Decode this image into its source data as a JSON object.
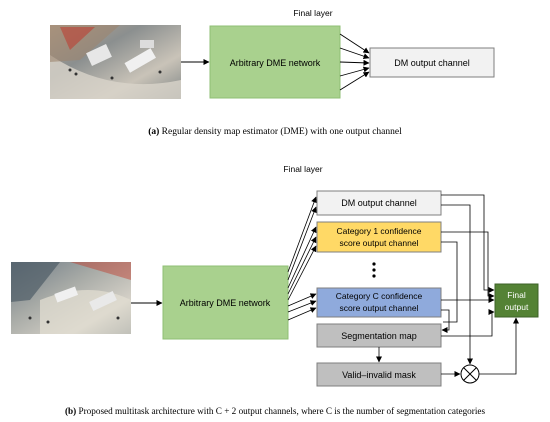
{
  "panel_a": {
    "final_layer_label": "Final layer",
    "network_label": "Arbitrary DME network",
    "output_label": "DM output channel",
    "caption_prefix": "(a)",
    "caption_text": " Regular density map estimator (DME) with one output channel"
  },
  "panel_b": {
    "final_layer_label": "Final layer",
    "network_label": "Arbitrary DME network",
    "dm_output_label": "DM output channel",
    "cat1_line1": "Category 1 confidence",
    "cat1_line2": "score output channel",
    "ellipsis": "⋮",
    "catc_line1": "Category C confidence",
    "catc_line2": "score output channel",
    "seg_map_label": "Segmentation map",
    "mask_label": "Valid–invalid mask",
    "final_output_line1": "Final",
    "final_output_line2": "output",
    "multiply_symbol": "⊗",
    "caption_prefix": "(b)",
    "caption_text": " Proposed multitask architecture with C + 2 output channels, where C is the number of segmentation categories"
  },
  "colors": {
    "network_fill": "#a9d18e",
    "network_stroke": "#8fbf74",
    "box_fill": "#f2f2f2",
    "cat1_fill": "#ffd966",
    "catc_fill": "#8faadc",
    "seg_fill": "#bfbfbf",
    "final_fill": "#548235"
  }
}
